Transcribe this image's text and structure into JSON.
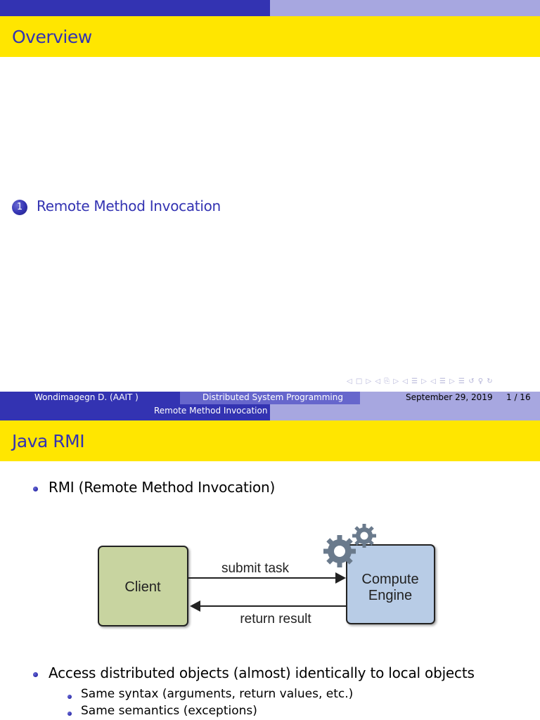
{
  "slide1": {
    "title": "Overview",
    "toc": [
      {
        "number": "1",
        "label": "Remote Method Invocation"
      }
    ]
  },
  "navigation_symbols": "◁ □ ▷ ◁ ⎘ ▷ ◁ ☰ ▷ ◁ ☰ ▷ ☰ ↺ ♀ ↻",
  "footer": {
    "author": "Wondimagegn D.   (AAIT )",
    "short_title": "Distributed System Programming",
    "date": "September 29, 2019",
    "page": "1 / 16"
  },
  "slide2": {
    "section": "Remote Method Invocation",
    "title": "Java RMI",
    "bullets": [
      "RMI (Remote Method Invocation)",
      "Access distributed objects (almost) identically to local objects"
    ],
    "sub_bullets": [
      "Same syntax (arguments, return values, etc.)",
      "Same semantics (exceptions)"
    ],
    "diagram": {
      "client_label": "Client",
      "engine_label_line1": "Compute",
      "engine_label_line2": "Engine",
      "submit_label": "submit task",
      "return_label": "return result",
      "colors": {
        "client_fill": "#c8d4a0",
        "engine_fill": "#b8cce6",
        "gear": "#6a7a8c"
      }
    }
  },
  "colors": {
    "beamer_dark": "#3333b2",
    "beamer_mid": "#6666cc",
    "beamer_light": "#a7a7e0",
    "title_bar": "#ffe600"
  }
}
